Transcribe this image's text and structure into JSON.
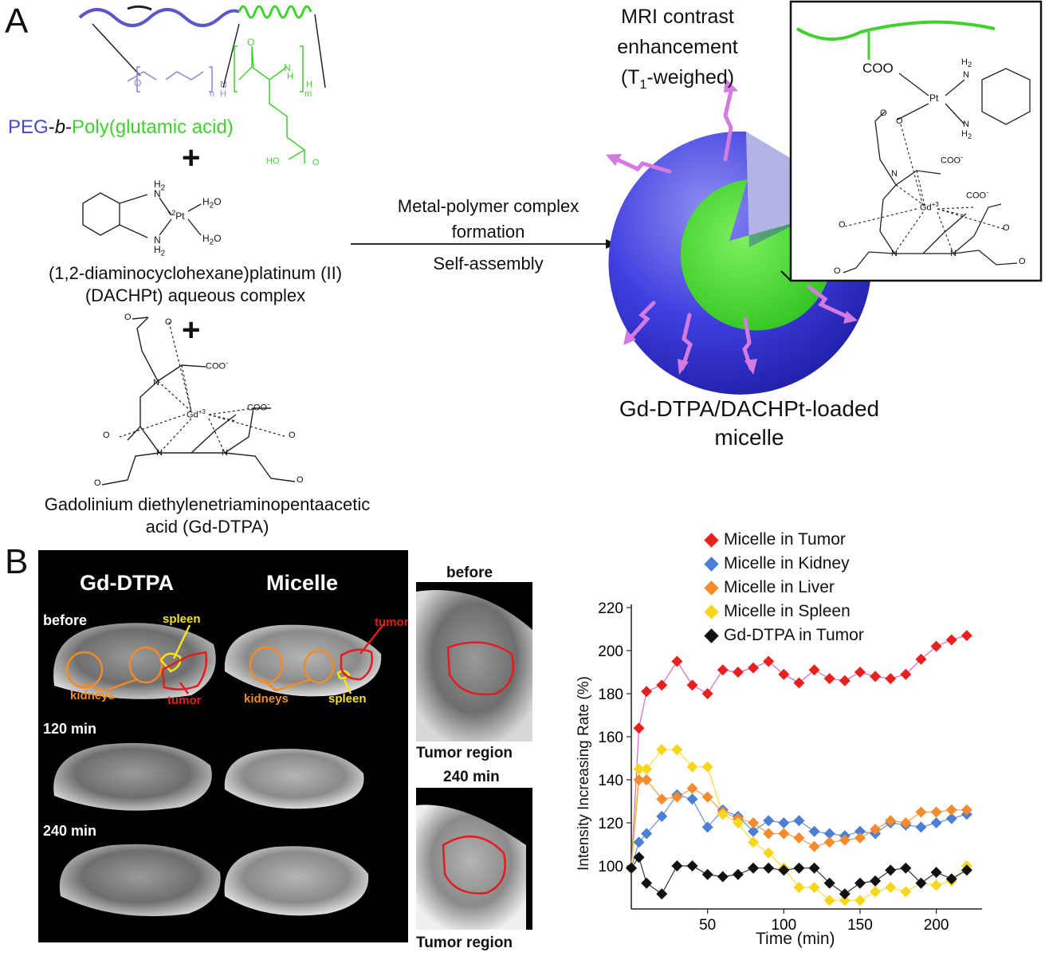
{
  "panelA": {
    "letter": "A",
    "polymer_label": {
      "peg": "PEG",
      "sep1": "-",
      "b": "b",
      "sep2": "-",
      "pga": "Poly(glutamic acid)"
    },
    "plus1": "+",
    "plus2": "+",
    "dachpt_label_line1": "(1,2-diaminocyclohexane)platinum (II)",
    "dachpt_label_line2": "(DACHPt) aqueous complex",
    "gd_label_line1": "Gadolinium diethylenetriaminopentaacetic",
    "gd_label_line2": "acid (Gd-DTPA)",
    "arrow_label_line1": "Metal-polymer complex",
    "arrow_label_line2": "formation",
    "arrow_label_line3": "Self-assembly",
    "mri_line1": "MRI contrast",
    "mri_line2": "enhancement",
    "mri_line3_pre": "(T",
    "mri_line3_sub": "1",
    "mri_line3_post": "-weighed)",
    "micelle_line1": "Gd-DTPA/DACHPt-loaded",
    "micelle_line2": "micelle",
    "chem": {
      "n": "n",
      "m": "m",
      "H": "H",
      "O": "O",
      "N": "N",
      "NH": "N",
      "HO": "HO",
      "H2": "H",
      "sub2": "2",
      "H2O": "H",
      "O_of_water": "O",
      "pt_charge": "+2",
      "Pt": "Pt",
      "COO": "COO",
      "COO_minus": "-",
      "Gd": "Gd",
      "gd_charge": "+3"
    }
  },
  "panelB": {
    "letter": "B",
    "col_gd": "Gd-DTPA",
    "col_micelle": "Micelle",
    "row_before": "before",
    "row_120": "120 min",
    "row_240": "240 min",
    "lbl_spleen1": "spleen",
    "lbl_kidneys1": "kidneys",
    "lbl_tumor1": "tumor",
    "lbl_tumor2": "tumor",
    "lbl_kidneys2": "kidneys",
    "lbl_spleen2": "spleen",
    "tumor_before_title": "before",
    "tumor_region_1": "Tumor region",
    "tumor_240_title": "240 min",
    "tumor_region_2": "Tumor region"
  },
  "chart_data": {
    "type": "scatter",
    "xlabel": "Time (min)",
    "ylabel": "Intensity Increasing Rate (%)",
    "xlim": [
      0,
      230
    ],
    "ylim": [
      80,
      220
    ],
    "xticks": [
      50,
      100,
      150,
      200
    ],
    "yticks": [
      100,
      120,
      140,
      160,
      180,
      200,
      220
    ],
    "legend_position": "top",
    "series": [
      {
        "name": "Micelle in Tumor",
        "color": "#e8211f",
        "x": [
          0,
          5,
          10,
          20,
          30,
          40,
          50,
          60,
          70,
          80,
          90,
          100,
          110,
          120,
          130,
          140,
          150,
          160,
          170,
          180,
          190,
          200,
          210,
          220
        ],
        "y": [
          99,
          164,
          181,
          184,
          195,
          184,
          180,
          191,
          190,
          192,
          195,
          189,
          185,
          191,
          187,
          186,
          190,
          188,
          187,
          189,
          196,
          202,
          205,
          207
        ]
      },
      {
        "name": "Micelle in Kidney",
        "color": "#4a7fd4",
        "x": [
          0,
          5,
          10,
          20,
          30,
          40,
          50,
          60,
          70,
          80,
          90,
          100,
          110,
          120,
          130,
          140,
          150,
          160,
          170,
          180,
          190,
          200,
          210,
          220
        ],
        "y": [
          99,
          111,
          115,
          123,
          133,
          131,
          118,
          126,
          123,
          116,
          121,
          120,
          121,
          116,
          115,
          114,
          116,
          115,
          120,
          119,
          118,
          120,
          122,
          124
        ]
      },
      {
        "name": "Micelle in Liver",
        "color": "#f58b2f",
        "x": [
          0,
          5,
          10,
          20,
          30,
          40,
          50,
          60,
          70,
          80,
          90,
          100,
          110,
          120,
          130,
          140,
          150,
          160,
          170,
          180,
          190,
          200,
          210,
          220
        ],
        "y": [
          99,
          140,
          140,
          131,
          132,
          136,
          132,
          125,
          122,
          120,
          115,
          115,
          113,
          109,
          111,
          112,
          113,
          117,
          121,
          120,
          125,
          125,
          126,
          126
        ]
      },
      {
        "name": "Micelle in Spleen",
        "color": "#f7d61c",
        "x": [
          0,
          5,
          10,
          20,
          30,
          40,
          50,
          60,
          70,
          80,
          90,
          100,
          110,
          120,
          130,
          140,
          150,
          160,
          170,
          180,
          190,
          200,
          210,
          220
        ],
        "y": [
          99,
          145,
          145,
          154,
          154,
          146,
          146,
          124,
          120,
          111,
          106,
          99,
          90,
          90,
          84,
          84,
          84,
          88,
          90,
          88,
          92,
          91,
          93,
          100
        ]
      },
      {
        "name": "Gd-DTPA in Tumor",
        "color": "#111111",
        "x": [
          0,
          5,
          10,
          20,
          30,
          40,
          50,
          60,
          70,
          80,
          90,
          100,
          110,
          120,
          130,
          140,
          150,
          160,
          170,
          180,
          190,
          200,
          210,
          220
        ],
        "y": [
          99,
          104,
          92,
          87,
          100,
          100,
          96,
          95,
          96,
          99,
          99,
          98,
          99,
          99,
          92,
          87,
          92,
          93,
          98,
          99,
          92,
          97,
          94,
          98
        ]
      }
    ]
  }
}
